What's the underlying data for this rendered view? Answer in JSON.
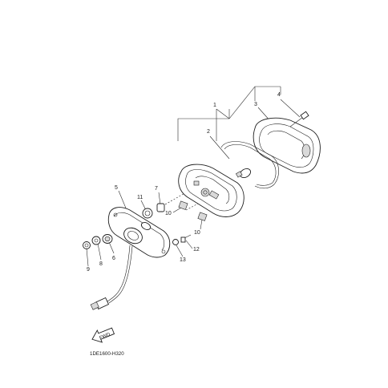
{
  "diagram": {
    "callouts": {
      "c1": "1",
      "c2": "2",
      "c3": "3",
      "c4": "4",
      "c5": "5",
      "c6": "6",
      "c7": "7",
      "c8": "8",
      "c9": "9",
      "c10a": "10",
      "c10b": "10",
      "c11": "11",
      "c12": "12",
      "c13": "13"
    },
    "fwd_label": "FWD",
    "drawing_code": "1DE1600-H320"
  }
}
